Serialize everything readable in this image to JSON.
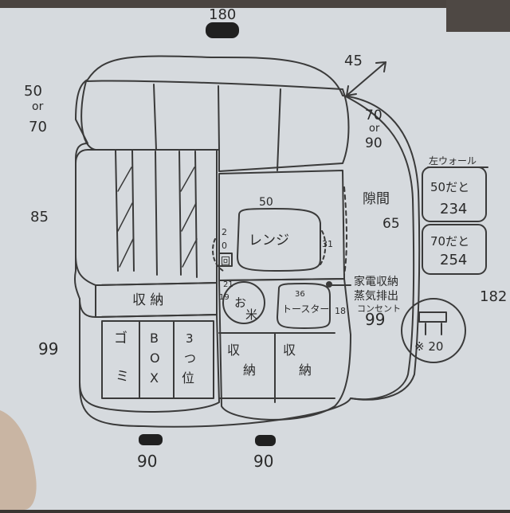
{
  "dimensions": {
    "top": "180",
    "top_left_1": "50",
    "top_left_or": "or",
    "top_left_2": "70",
    "left_mid": "85",
    "left_low": "99",
    "diag": "45",
    "right_top_1": "70",
    "right_top_or": "or",
    "right_top_2": "90",
    "gap_value": "65",
    "right_low": "99",
    "far_right": "182",
    "bottom_left": "90",
    "bottom_right": "90",
    "microwave_width": "50",
    "microwave_side": "31",
    "side_21": "21",
    "side_19": "19",
    "toaster_width": "36",
    "side_18": "18",
    "small_2": "2",
    "small_0": "0"
  },
  "labels": {
    "storage_top": "収 納",
    "microwave": "レンジ",
    "gap": "隙間",
    "rice": "お",
    "rice_sym": "米",
    "toaster": "トースター",
    "storage_left_1": "収",
    "storage_left_2": "納",
    "storage_right_1": "収",
    "storage_right_2": "納",
    "trash_1": "ゴ",
    "trash_2": "ミ",
    "box_1": "B",
    "box_2": "O",
    "box_3": "X",
    "place_1": "3",
    "place_2": "つ",
    "place_3": "位",
    "appliance_1": "家電収納",
    "appliance_2": "蒸気排出",
    "outlet": "コンセント",
    "outlet_note": "※ 20",
    "small_box": "回"
  },
  "right_panel": {
    "title": "左ウォール",
    "option1_line1": "50だと",
    "option1_line2": "234",
    "option2_line1": "70だと",
    "option2_line2": "254"
  },
  "colors": {
    "paper": "#d6dade",
    "ink": "#3a3a3a",
    "scribble": "#202020",
    "background": "#3a3532"
  }
}
